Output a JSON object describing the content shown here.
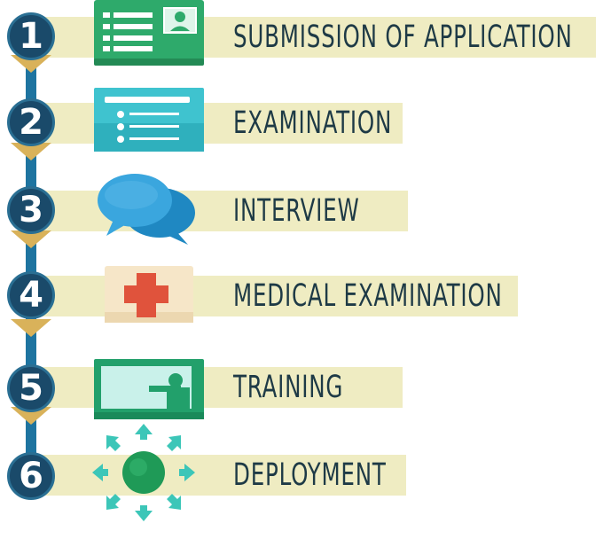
{
  "steps": [
    {
      "number": "1",
      "label": "SUBMISSION OF APPLICATION",
      "icon": "application-form-icon",
      "band_color": "#efecc2"
    },
    {
      "number": "2",
      "label": "EXAMINATION",
      "icon": "exam-sheet-icon",
      "band_color": "#efecc2"
    },
    {
      "number": "3",
      "label": "INTERVIEW",
      "icon": "speech-bubbles-icon",
      "band_color": "#efecc2"
    },
    {
      "number": "4",
      "label": "MEDICAL EXAMINATION",
      "icon": "medical-cross-icon",
      "band_color": "#efecc2"
    },
    {
      "number": "5",
      "label": "TRAINING",
      "icon": "presentation-board-icon",
      "band_color": "#efecc2"
    },
    {
      "number": "6",
      "label": "DEPLOYMENT",
      "icon": "deployment-arrows-icon",
      "band_color": "#efecc2"
    }
  ],
  "colors": {
    "circle": "#1a4a6a",
    "timeline": "#1e74a0",
    "triangle": "#d9b25a",
    "label_text": "#1e3a46"
  }
}
